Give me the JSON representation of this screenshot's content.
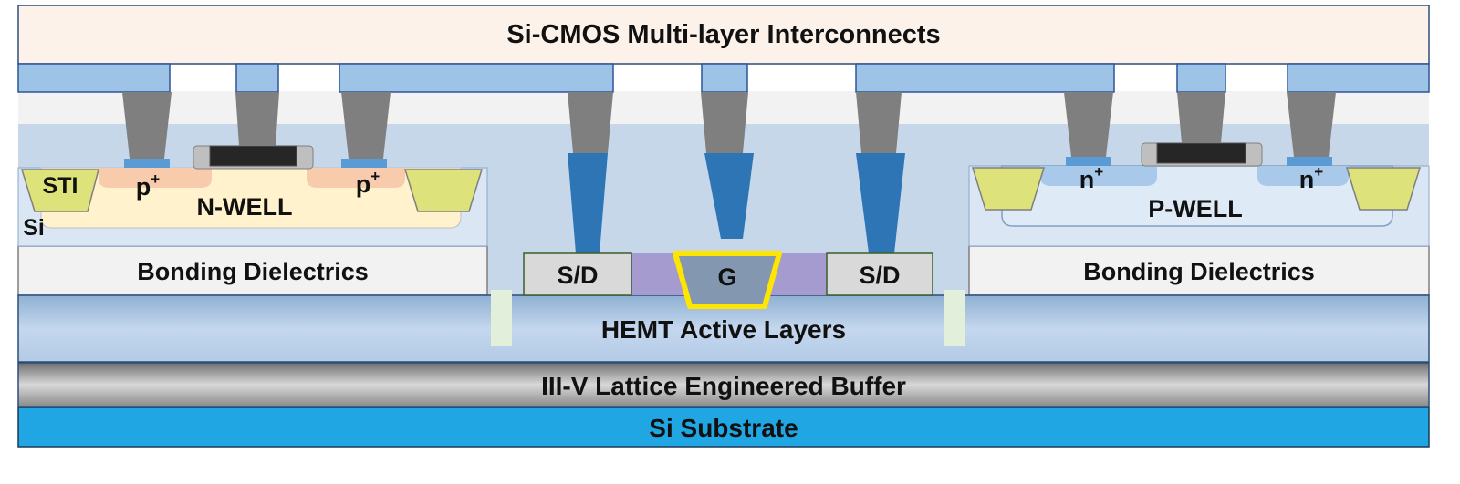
{
  "layers": {
    "interconnects": "Si-CMOS Multi-layer Interconnects",
    "hemt": "HEMT Active Layers",
    "buffer": "III-V Lattice Engineered Buffer",
    "substrate": "Si Substrate",
    "bonding_left": "Bonding Dielectrics",
    "bonding_right": "Bonding Dielectrics"
  },
  "pmos": {
    "sti": "STI",
    "si": "Si",
    "well": "N-WELL",
    "contact_main": "p",
    "contact_sup": "+"
  },
  "nmos": {
    "well": "P-WELL",
    "contact_main": "n",
    "contact_sup": "+"
  },
  "hemt": {
    "source_drain": "S/D",
    "gate": "G"
  },
  "colors": {
    "interconnect_bg": "#fdf2ea",
    "metal": "#9dc3e6",
    "dielectric": "#c7d7ea",
    "via_gray": "#7f7f7f",
    "via_blue": "#2e75b6",
    "n_well": "#fff2cc",
    "p_well": "#deebf7",
    "p_plus": "#f8cbad",
    "sti": "#dde37a",
    "gate_poly": "#262626",
    "hemt_barrier": "#a69bcf",
    "gate_outline": "#ffe600",
    "buffer": "#7f7f7f",
    "substrate": "#1fa6e3"
  }
}
